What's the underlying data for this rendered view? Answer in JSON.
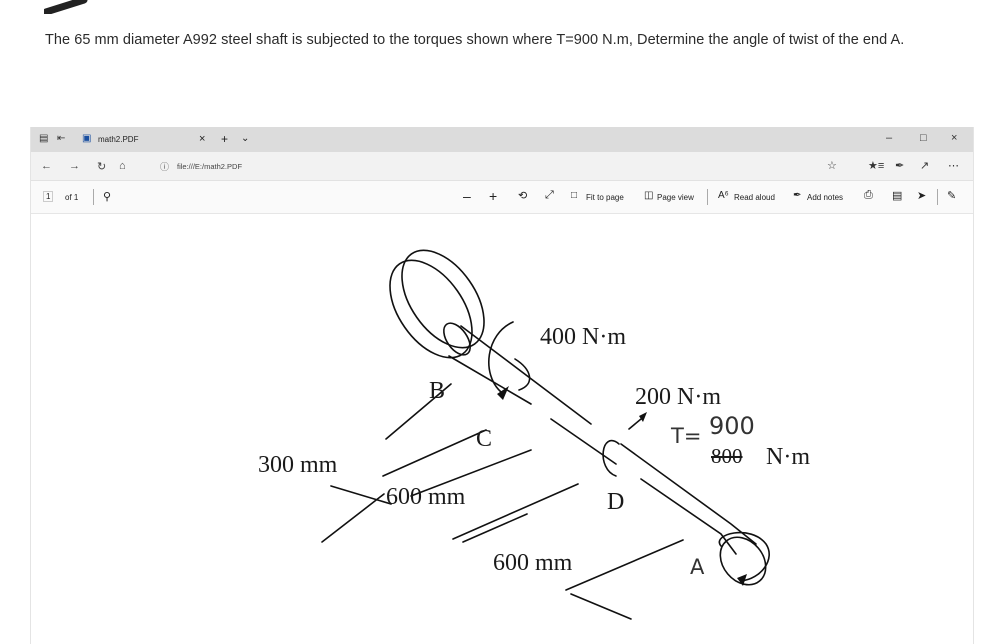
{
  "question": {
    "text": "The 65 mm diameter A992 steel shaft is subjected to the torques shown where T=900 N.m, Determine the angle of twist of the end A."
  },
  "browser": {
    "tab_title": "math2.PDF",
    "url": "file:///E:/math2.PDF"
  },
  "pdf_toolbar": {
    "page_number": "1",
    "page_total": "of 1",
    "fit_to_page": "Fit to page",
    "page_view": "Page view",
    "read_aloud": "Read aloud",
    "add_notes": "Add notes"
  },
  "figure": {
    "torque_400": "400 N·m",
    "torque_200": "200 N·m",
    "torque_T_prefix": "T=",
    "torque_T_value_handwritten": "900",
    "torque_crossed": "800",
    "torque_T_unit": "N·m",
    "point_B": "B",
    "point_C": "C",
    "point_D": "D",
    "point_A": "A",
    "length_300": "300 mm",
    "length_600a": "600 mm",
    "length_600b": "600 mm"
  }
}
